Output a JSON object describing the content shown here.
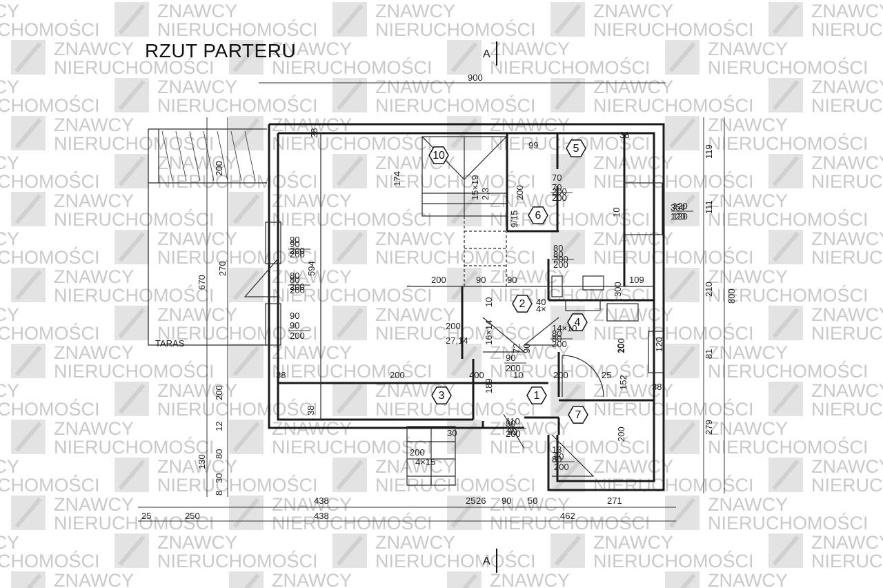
{
  "title": "RZUT PARTERU",
  "watermark": {
    "line1": "ZNAWCY",
    "line2": "NIERUCHOMOŚCI"
  },
  "section_marker": "A",
  "terrace_label": "TARAS",
  "rooms": [
    "1",
    "2",
    "3",
    "4",
    "5",
    "6",
    "7",
    "10"
  ],
  "dimensions": {
    "top_total": "900",
    "right_total": "800",
    "right_parts": [
      "119",
      "111",
      "210",
      "81",
      "279"
    ],
    "bottom_row1": [
      "438",
      "25",
      "26",
      "90",
      "50",
      "271"
    ],
    "bottom_row2": [
      "25",
      "250",
      "438",
      "462"
    ],
    "left_outer": [
      "670",
      "200"
    ],
    "left_inner": [
      "200",
      "270",
      "200",
      "130",
      "80",
      "30",
      "12",
      "8"
    ],
    "interior": [
      "38",
      "38",
      "38",
      "38",
      "38",
      "594",
      "174",
      "15×19",
      "2,3",
      "99",
      "200",
      "70",
      "200",
      "80",
      "200",
      "90",
      "200",
      "80",
      "200",
      "90",
      "200",
      "90",
      "90",
      "109",
      "300",
      "10",
      "40",
      "4×",
      "14×10",
      "80",
      "200",
      "200",
      "25",
      "200",
      "27,14",
      "16×14",
      "72",
      "90",
      "200",
      "400",
      "10",
      "189",
      "110",
      "90",
      "200",
      "4×15",
      "30",
      "13",
      "80",
      "200",
      "152",
      "10",
      "35¢",
      "120",
      "120",
      "9/15",
      "10",
      "200"
    ]
  },
  "openings": [
    "90/200",
    "80/200",
    "90/200",
    "70/200",
    "80/200",
    "120/120",
    "80/200",
    "90/200",
    "90/200",
    "80/200"
  ]
}
